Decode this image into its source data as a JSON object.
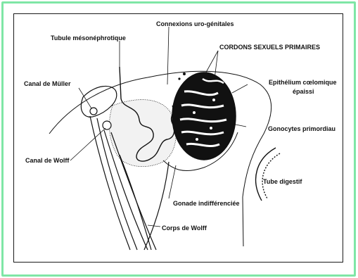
{
  "frame": {
    "border_color": "#7fe6a6"
  },
  "labels": {
    "connexions": "Connexions uro-génitales",
    "tubule": "Tubule mésonéphrotique",
    "cordons": "CORDONS SEXUELS PRIMAIRES",
    "canal_muller": "Canal de Müller",
    "epithelium_line1": "Epithélium cœlomique",
    "epithelium_line2": "épaissi",
    "gonocytes": "Gonocytes primordiau",
    "canal_wolff": "Canal de Wolff",
    "tube_digestif": "Tube digestif",
    "gonade": "Gonade indifférenciée",
    "corps_wolff": "Corps de Wolff"
  }
}
